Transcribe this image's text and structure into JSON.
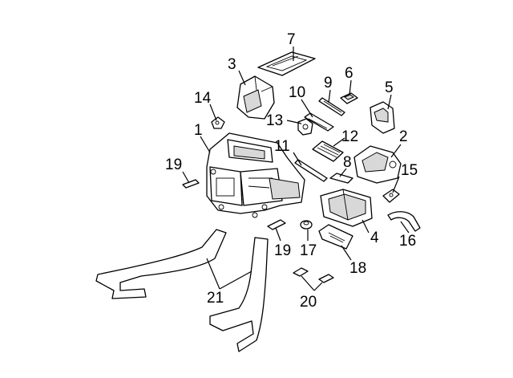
{
  "diagram": {
    "background": "#ffffff",
    "line_color": "#000000",
    "callouts": [
      {
        "id": "c1",
        "text": "1"
      },
      {
        "id": "c2",
        "text": "2"
      },
      {
        "id": "c3",
        "text": "3"
      },
      {
        "id": "c4",
        "text": "4"
      },
      {
        "id": "c5",
        "text": "5"
      },
      {
        "id": "c6",
        "text": "6"
      },
      {
        "id": "c7",
        "text": "7"
      },
      {
        "id": "c8",
        "text": "8"
      },
      {
        "id": "c9",
        "text": "9"
      },
      {
        "id": "c10",
        "text": "10"
      },
      {
        "id": "c11",
        "text": "11"
      },
      {
        "id": "c12",
        "text": "12"
      },
      {
        "id": "c13",
        "text": "13"
      },
      {
        "id": "c14",
        "text": "14"
      },
      {
        "id": "c15",
        "text": "15"
      },
      {
        "id": "c16",
        "text": "16"
      },
      {
        "id": "c17",
        "text": "17"
      },
      {
        "id": "c18",
        "text": "18"
      },
      {
        "id": "c19a",
        "text": "19"
      },
      {
        "id": "c19b",
        "text": "19"
      },
      {
        "id": "c20",
        "text": "20"
      },
      {
        "id": "c21",
        "text": "21"
      }
    ]
  }
}
